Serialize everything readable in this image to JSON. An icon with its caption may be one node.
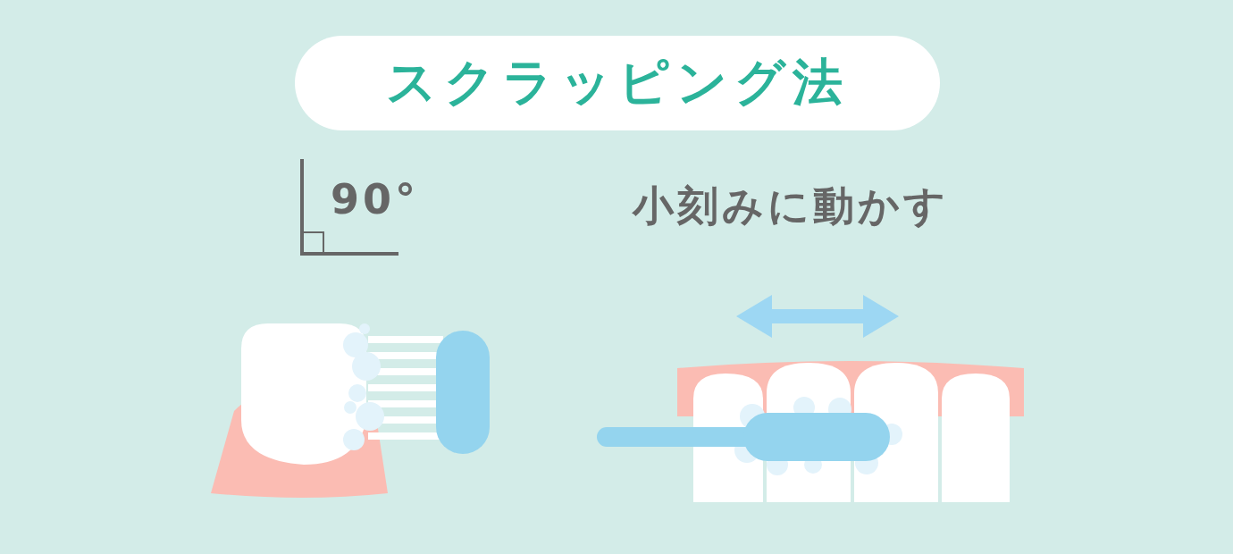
{
  "diagram": {
    "title": "スクラッピング法",
    "labels": [
      "90°",
      "小刻みに動かす"
    ]
  }
}
